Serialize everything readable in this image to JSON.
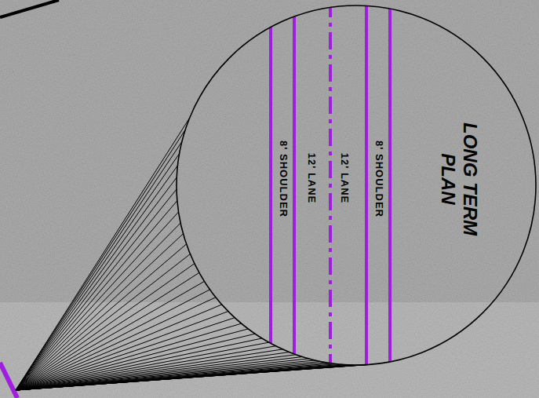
{
  "diagram": {
    "nodes": [
      {
        "text": [
          "LONG TERM PLAN"
        ]
      }
    ],
    "labels": [
      "8' SHOULDER",
      "12' LANE",
      "12' LANE",
      "8' SHOULDER"
    ]
  }
}
